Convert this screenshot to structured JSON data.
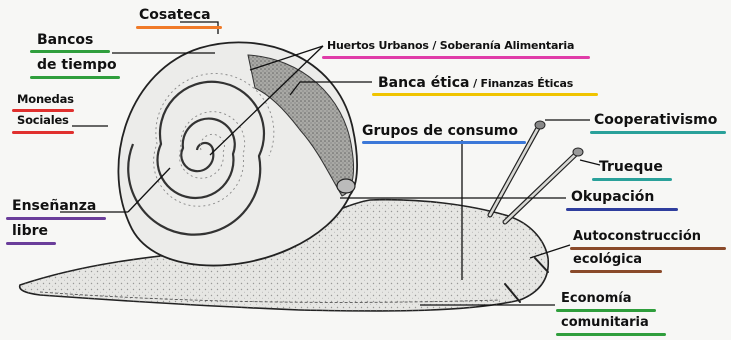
{
  "title": "",
  "colors": {
    "orange": "#f07a28",
    "green": "#2f9e3c",
    "red": "#e0302e",
    "magenta": "#e03ca8",
    "yellow": "#f0c400",
    "blue": "#3c78d8",
    "teal": "#2aa19a",
    "navy": "#2f3e9e",
    "brown": "#8a4a2a",
    "purple": "#6a3d9a",
    "outline": "#222222",
    "shell_fill": "#ececea",
    "body_fill": "#e6e6e3"
  },
  "labels": {
    "cosateca": "Cosateca",
    "bancos_de_tiempo": [
      "Bancos",
      "de tiempo"
    ],
    "monedas_sociales": [
      "Monedas",
      "Sociales"
    ],
    "ensenanza_libre": [
      "Enseñanza",
      "libre"
    ],
    "huertos_urbanos": "Huertos Urbanos / Soberanía Alimentaria",
    "banca_etica": [
      "Banca ética",
      " / Finanzas Éticas"
    ],
    "grupos_de_consumo": "Grupos de consumo",
    "cooperativismo": "Cooperativismo",
    "trueque": "Trueque",
    "okupacion": "Okupación",
    "autoconstruccion_ecologica": [
      "Autoconstrucción",
      "ecológica"
    ],
    "economia_comunitaria": [
      "Economía",
      "comunitaria"
    ]
  }
}
